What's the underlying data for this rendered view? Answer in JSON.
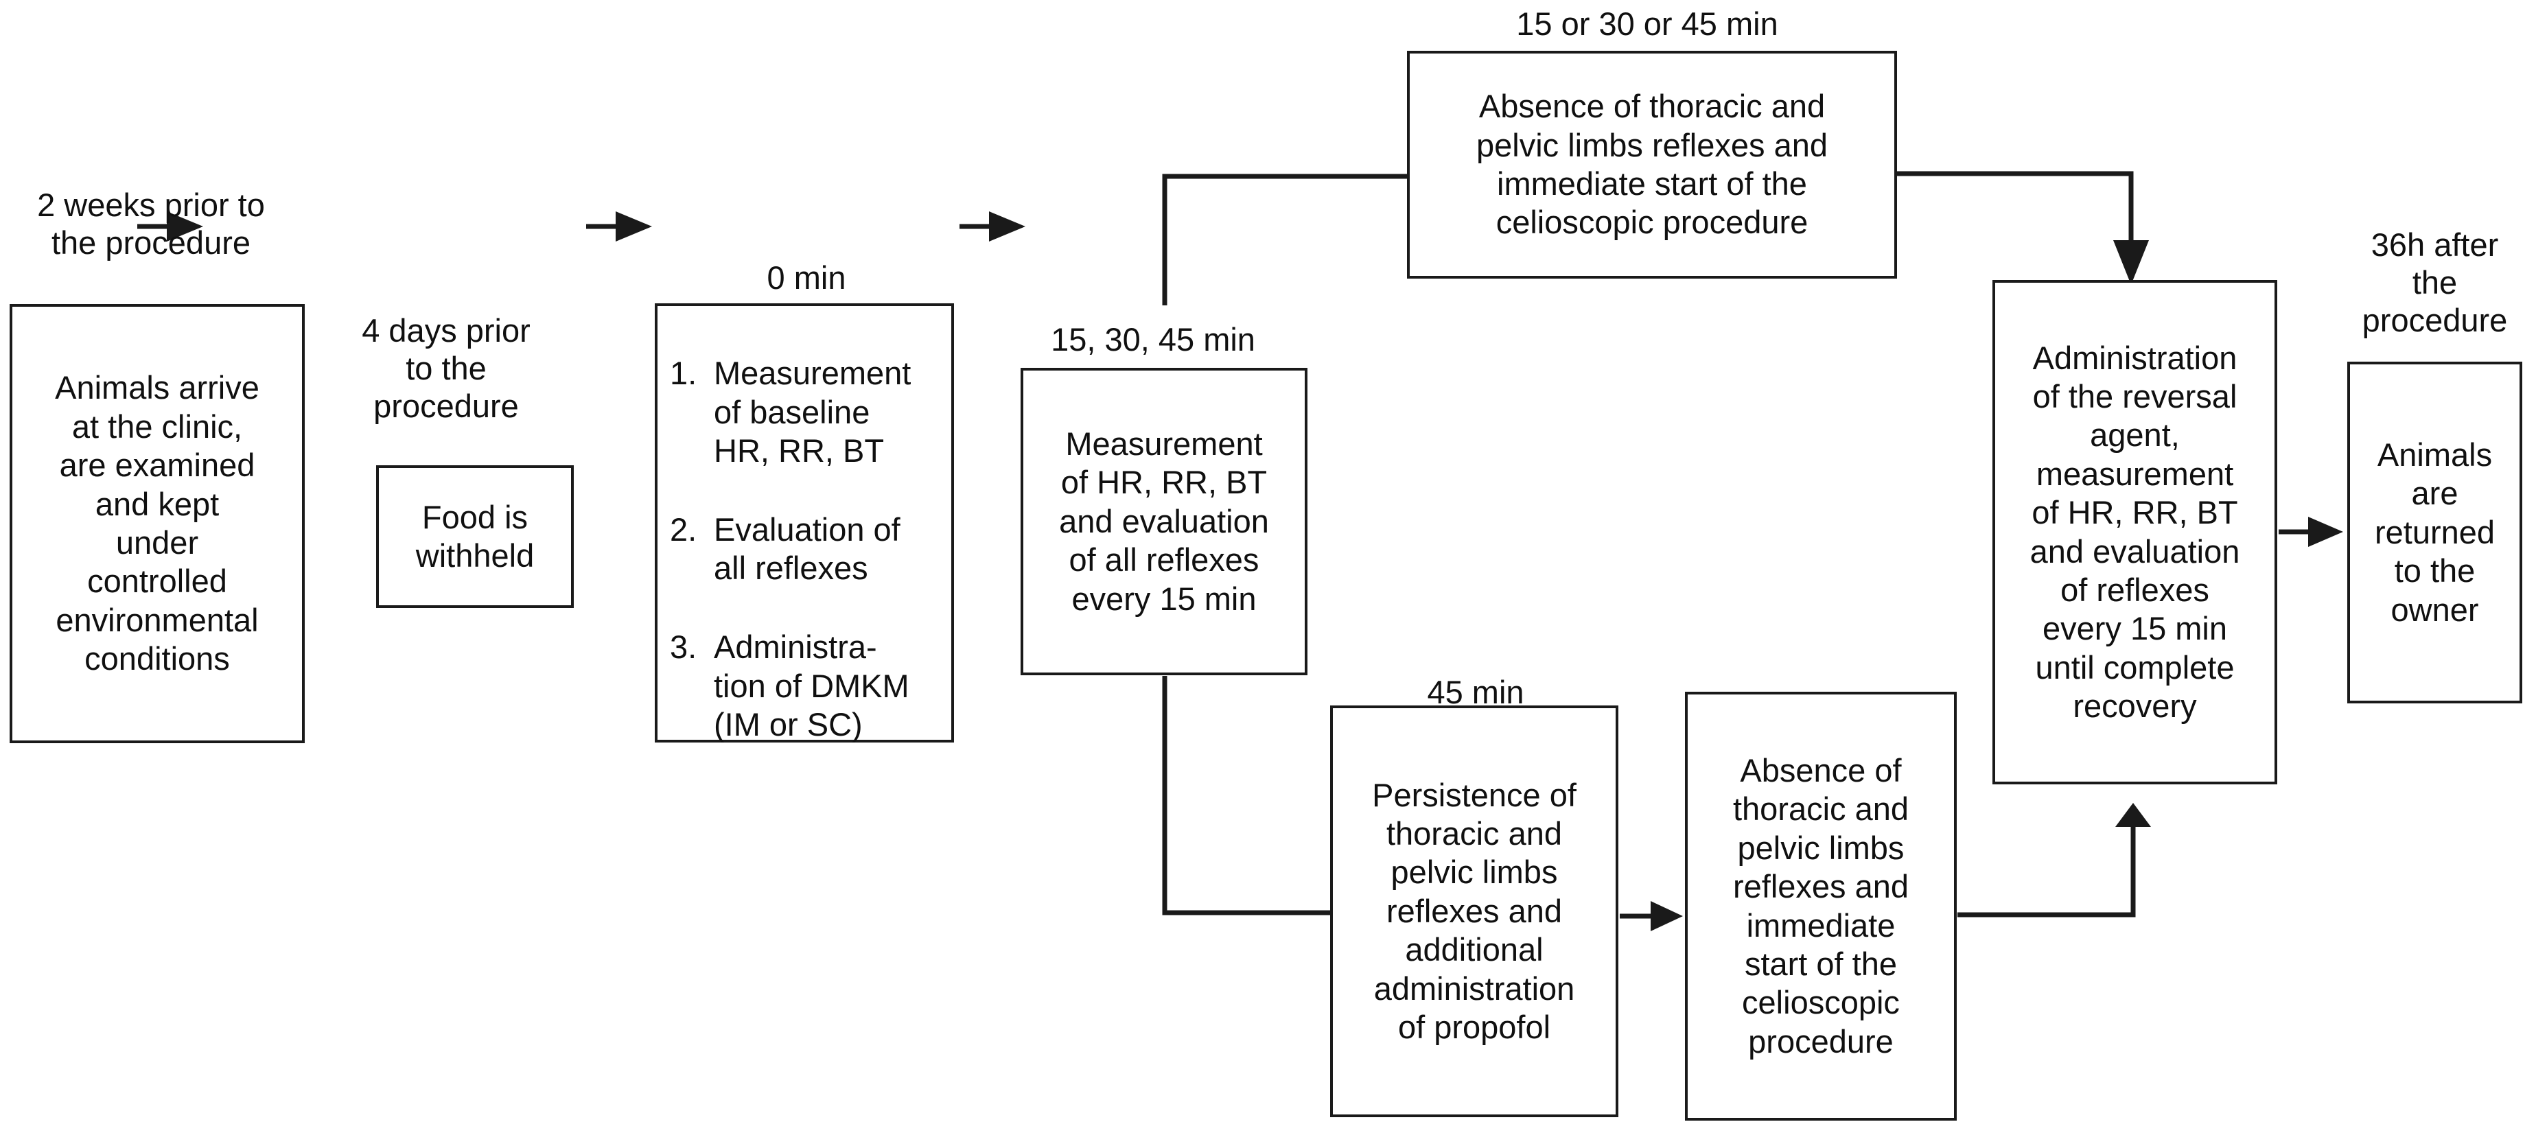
{
  "diagram": {
    "title": "Experimental timeline flowchart",
    "accent": "#1a1a1a",
    "background": "#ffffff"
  },
  "captions": {
    "two_weeks": "2 weeks prior to\nthe procedure",
    "four_days": "4 days prior\nto the\nprocedure",
    "zero_min": "0 min",
    "fifteen_thirty_fortyfive": "15, 30, 45 min",
    "fifteen_or_thirty_or_fortyfive": "15 or 30 or 45 min",
    "fortyfive_min": "45 min",
    "thirtysix_hours": "36h after\nthe\nprocedure"
  },
  "nodes": {
    "arrival": "Animals arrive\nat the clinic,\nare examined\nand kept\nunder\ncontrolled\nenvironmental\nconditions",
    "fasting": "Food is\nwithheld",
    "baseline_steps": [
      "Measurement\nof baseline\nHR, RR, BT",
      "Evaluation of\nall reflexes",
      "Administra-\ntion of DMKM\n(IM or SC)"
    ],
    "monitoring": "Measurement\nof HR, RR, BT\nand evaluation\nof all reflexes\nevery 15 min",
    "absence_top": "Absence of thoracic and\npelvic limbs reflexes and\nimmediate start of the\ncelioscopic procedure",
    "persistence": "Persistence of\nthoracic and\npelvic limbs\nreflexes and\nadditional\nadministration\nof propofol",
    "absence_bottom": "Absence of\nthoracic and\npelvic limbs\nreflexes and\nimmediate\nstart of the\ncelioscopic\nprocedure",
    "reversal": "Administration\nof the reversal\nagent,\nmeasurement\nof HR, RR, BT\nand evaluation\nof reflexes\nevery 15 min\nuntil complete\nrecovery",
    "discharge": "Animals\nare\nreturned\nto the\nowner"
  },
  "connectors": [
    {
      "name": "arrival-to-fasting",
      "kind": "arrow-right"
    },
    {
      "name": "fasting-to-baseline",
      "kind": "arrow-right"
    },
    {
      "name": "baseline-to-monitoring",
      "kind": "arrow-right"
    },
    {
      "name": "monitoring-to-absence-top",
      "kind": "elbow-up-right"
    },
    {
      "name": "monitoring-to-persistence",
      "kind": "elbow-down-right"
    },
    {
      "name": "absence-top-to-reversal",
      "kind": "elbow-right-down"
    },
    {
      "name": "persistence-to-absence-bottom",
      "kind": "arrow-right"
    },
    {
      "name": "absence-bottom-to-reversal",
      "kind": "elbow-right-up"
    },
    {
      "name": "reversal-to-discharge",
      "kind": "arrow-right"
    }
  ]
}
